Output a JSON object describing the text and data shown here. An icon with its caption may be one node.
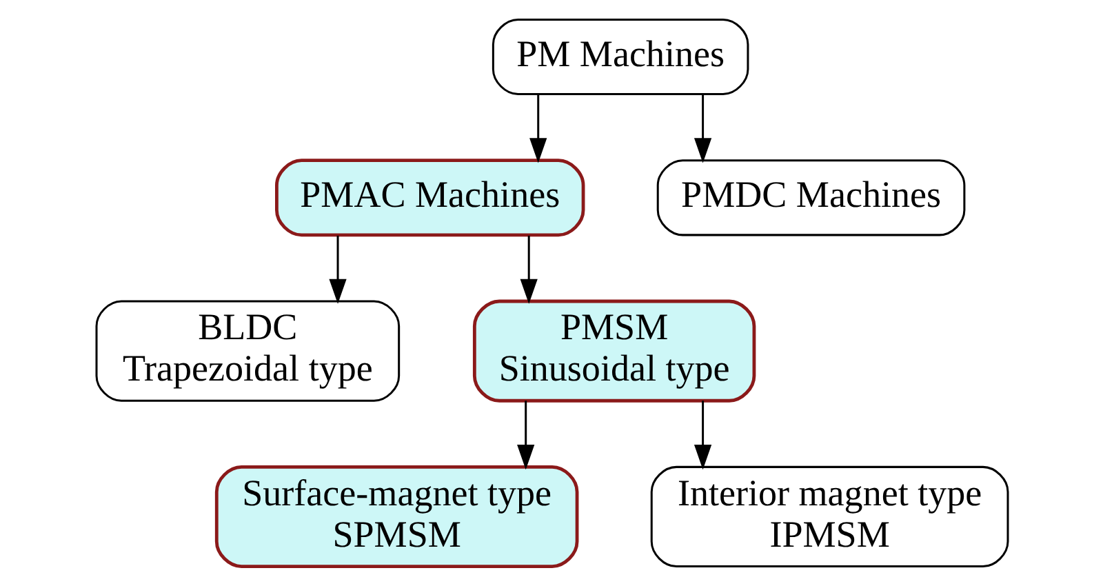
{
  "diagram": {
    "nodes": [
      {
        "text": [
          "PM Machines"
        ]
      },
      {
        "text": [
          "PMAC Machines"
        ]
      },
      {
        "text": [
          "PMDC Machines"
        ]
      },
      {
        "text": [
          "BLDC",
          "Trapezoidal type"
        ]
      },
      {
        "text": [
          "PMSM",
          "Sinusoidal type"
        ]
      },
      {
        "text": [
          "Surface-magnet type",
          "SPMSM"
        ]
      },
      {
        "text": [
          "Interior magnet type",
          "IPMSM"
        ]
      }
    ],
    "edges": [
      {
        "from": 0,
        "to": 1,
        "arrow": "to"
      },
      {
        "from": 0,
        "to": 2,
        "arrow": "to"
      },
      {
        "from": 1,
        "to": 3,
        "arrow": "to"
      },
      {
        "from": 1,
        "to": 4,
        "arrow": "to"
      },
      {
        "from": 4,
        "to": 5,
        "arrow": "to"
      },
      {
        "from": 4,
        "to": 6,
        "arrow": "to"
      }
    ]
  }
}
